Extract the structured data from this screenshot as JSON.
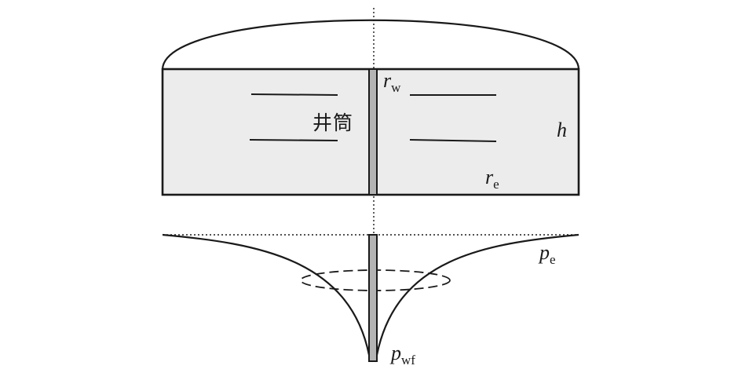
{
  "labels": {
    "wellbore": "井筒",
    "rw": {
      "symbol": "r",
      "subscript": "w"
    },
    "re": {
      "symbol": "r",
      "subscript": "e"
    },
    "h": {
      "symbol": "h"
    },
    "pe": {
      "symbol": "p",
      "subscript": "e"
    },
    "pwf": {
      "symbol": "p",
      "subscript": "wf"
    }
  },
  "colors": {
    "reservoir_fill": "#ececec",
    "wellbore_fill": "#b4b4b4",
    "stroke": "#1a1a1a"
  }
}
